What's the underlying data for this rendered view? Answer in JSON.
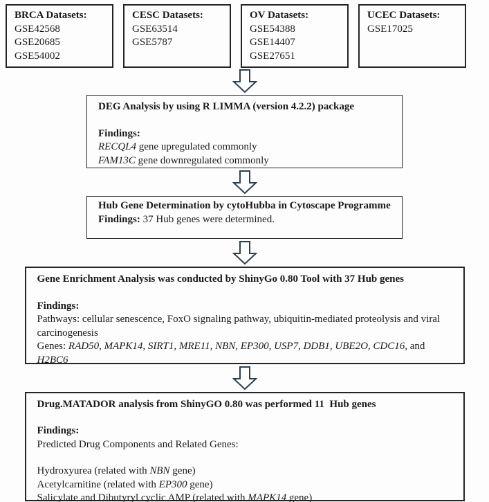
{
  "palette": {
    "arrow_outline": "#2b4150",
    "box_border": "#242424",
    "text_color": "#1a1a1a",
    "background": "#fdfdfd"
  },
  "dataset_boxes": [
    {
      "title": "BRCA Datasets:",
      "items": [
        "GSE42568",
        "GSE20685",
        "GSE54002"
      ]
    },
    {
      "title": "CESC Datasets:",
      "items": [
        "GSE63514",
        "GSE5787"
      ]
    },
    {
      "title": "OV Datasets:",
      "items": [
        "GSE54388",
        "GSE14407",
        "GSE27651"
      ]
    },
    {
      "title": "UCEC Datasets:",
      "items": [
        "GSE17025"
      ]
    }
  ],
  "deg_box": {
    "title": "DEG Analysis by using R LIMMA (version 4.2.2) package",
    "findings_label": "Findings:",
    "lines": [
      [
        {
          "t": "RECQL4",
          "i": true
        },
        {
          "t": " gene upregulated commonly"
        }
      ],
      [
        {
          "t": "FAM13C",
          "i": true
        },
        {
          "t": " gene downregulated commonly"
        }
      ]
    ]
  },
  "hub_box": {
    "title": "Hub Gene Determination by cytoHubba in Cytoscape Programme",
    "findings_line": [
      {
        "t": "Findings:",
        "b": true
      },
      {
        "t": " 37 Hub genes were determined."
      }
    ]
  },
  "enrichment_box": {
    "title": "Gene Enrichment Analysis was conducted by ShinyGo 0.80 Tool with 37 Hub genes",
    "findings_label": "Findings:",
    "pathways_line": "Pathways: cellular senescence, FoxO signaling pathway, ubiquitin-mediated proteolysis and viral carcinogenesis",
    "genes_line": [
      {
        "t": "Genes: "
      },
      {
        "t": "RAD50, MAPK14, SIRT1, MRE11, NBN, EP300, USP7, DDB1, UBE2O, CDC16,",
        "i": true
      },
      {
        "t": " and "
      },
      {
        "t": "H2BC6",
        "i": true
      }
    ]
  },
  "drug_box": {
    "title": "Drug.MATADOR analysis from ShinyGO 0.80 was performed 11  Hub genes",
    "findings_label": "Findings:",
    "subtitle": "Predicted Drug Components and Related Genes:",
    "lines": [
      [
        {
          "t": "Hydroxyurea (related with "
        },
        {
          "t": "NBN",
          "i": true
        },
        {
          "t": " gene)"
        }
      ],
      [
        {
          "t": "Acetylcarnitine (related with "
        },
        {
          "t": "EP300",
          "i": true
        },
        {
          "t": " gene)"
        }
      ],
      [
        {
          "t": "Salicylate and Dibutyryl cyclic AMP (related with "
        },
        {
          "t": "MAPK14",
          "i": true
        },
        {
          "t": " gene)"
        }
      ]
    ]
  }
}
